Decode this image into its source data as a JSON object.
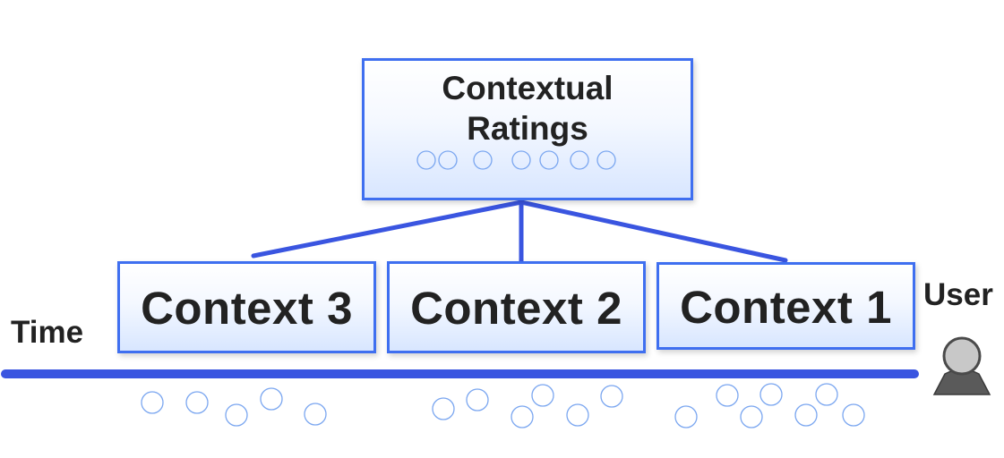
{
  "root": {
    "label_line1": "Contextual",
    "label_line2": "Ratings"
  },
  "contexts": [
    {
      "label": "Context 3"
    },
    {
      "label": "Context 2"
    },
    {
      "label": "Context 1"
    }
  ],
  "axis_label": "Time",
  "actor_label": "User",
  "colors": {
    "accent": "#3f6ff0",
    "timeline": "#3a55e0",
    "text": "#222222",
    "circle_stroke": "#7aa6f0",
    "user_icon": "#5a5a5a"
  },
  "icons": {
    "actor": "user-icon"
  }
}
